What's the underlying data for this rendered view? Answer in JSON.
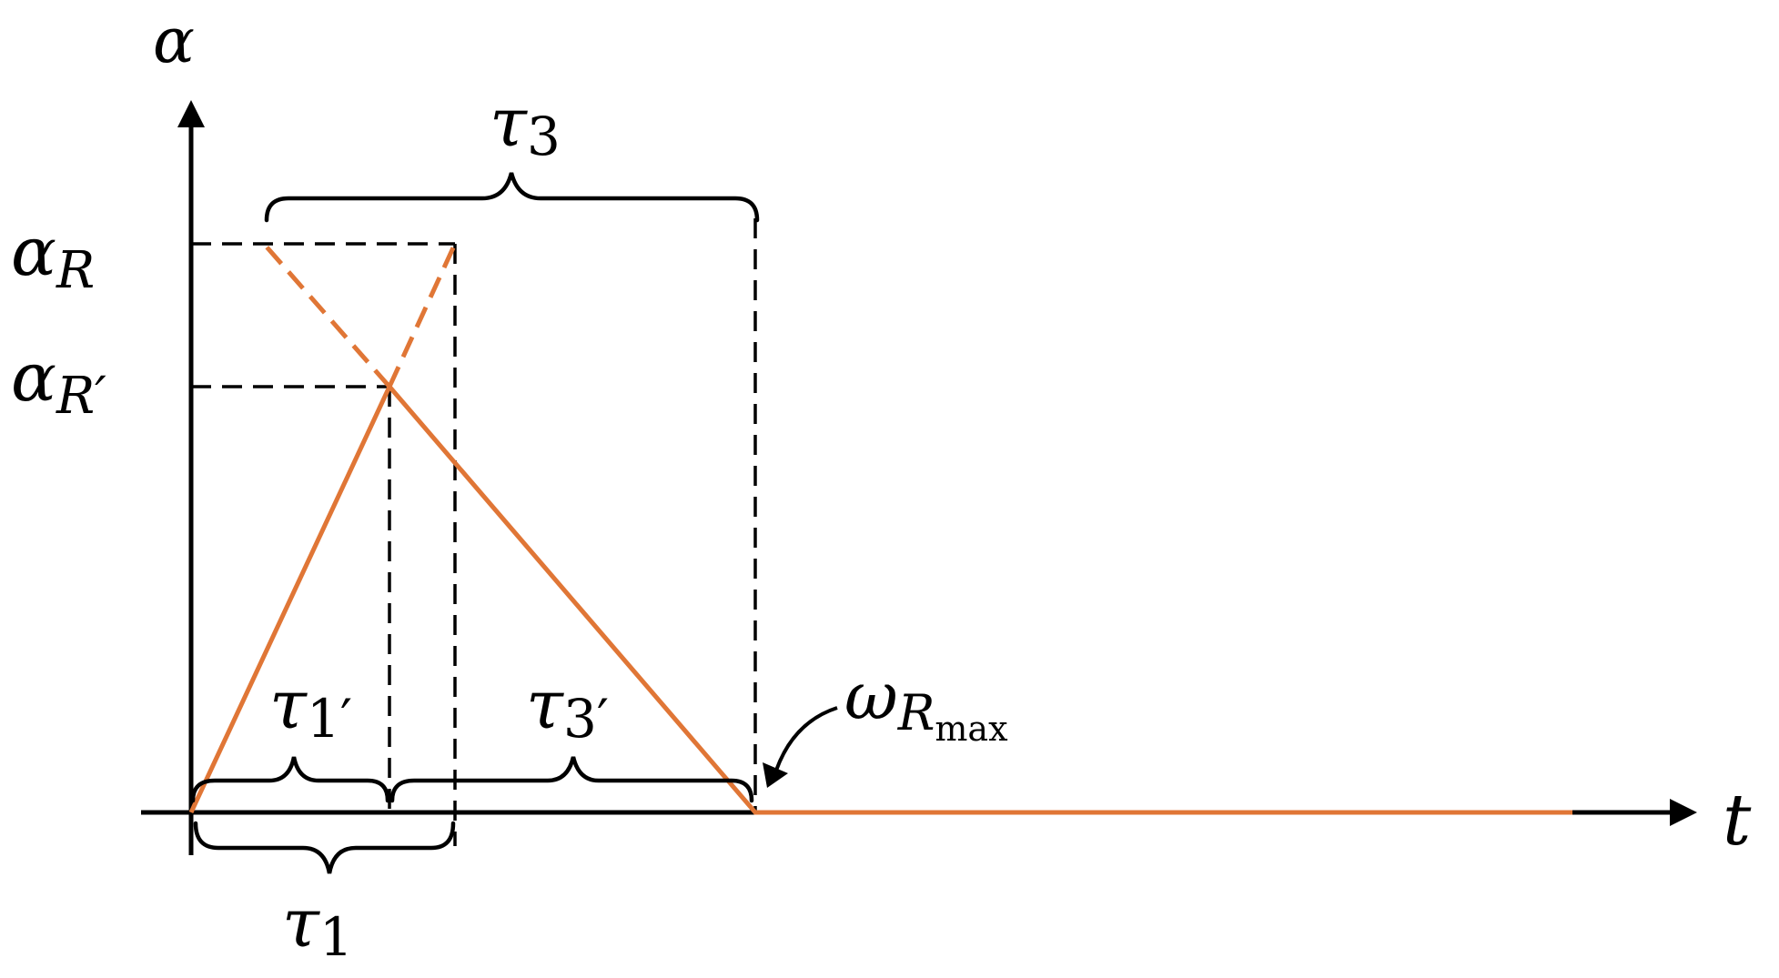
{
  "colors": {
    "curve": "#E07636",
    "ink": "#000000",
    "background": "#FFFFFF"
  },
  "axes": {
    "y_label": "α",
    "x_label": "t"
  },
  "levels": {
    "alpha_R": {
      "base": "α",
      "sub": "R"
    },
    "alpha_Rp": {
      "base": "α",
      "sub": "R′"
    }
  },
  "intervals": {
    "tau3": {
      "base": "τ",
      "sub": "3"
    },
    "tau1p": {
      "base": "τ",
      "sub": "1′"
    },
    "tau3p": {
      "base": "τ",
      "sub": "3′"
    },
    "tau1": {
      "base": "τ",
      "sub": "1"
    }
  },
  "annotation": {
    "base": "ω",
    "sub": "R",
    "subsub": "max"
  }
}
